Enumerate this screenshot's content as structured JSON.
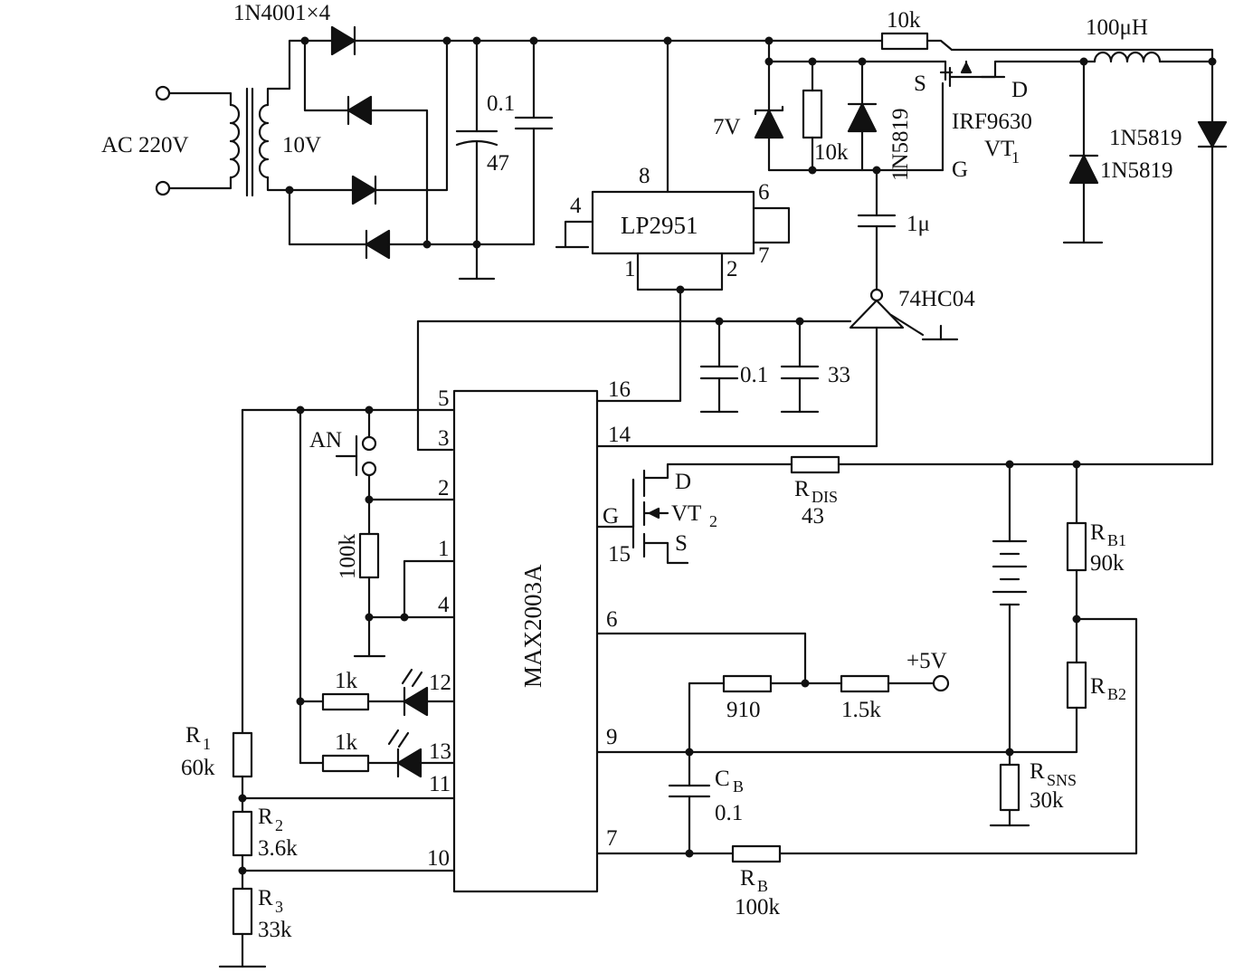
{
  "labels": {
    "ac_source": "AC 220V",
    "transformer_secondary": "10V",
    "bridge_diodes": "1N4001×4",
    "cap_01_top": "0.1",
    "cap_47": "47",
    "regulator": "LP2951",
    "reg_pin8": "8",
    "reg_pin4": "4",
    "reg_pin6": "6",
    "reg_pin7": "7",
    "reg_pin1": "1",
    "reg_pin2": "2",
    "r_10k_top": "10k",
    "inductor": "100μH",
    "zener_7v": "7V",
    "r_10k_gate": "10k",
    "diode_1n5819_a": "1N5819",
    "fet1_s": "S",
    "fet1_d": "D",
    "fet1_g": "G",
    "fet1_part": "IRF9630",
    "fet1_name": "VT",
    "fet1_sub": "1",
    "diode_1n5819_b": "1N5819",
    "diode_1n5819_c": "1N5819",
    "cap_1u": "1μ",
    "inverter": "74HC04",
    "cap_01_mid": "0.1",
    "cap_33": "33",
    "charger_ic": "MAX2003A",
    "pin5": "5",
    "pin3": "3",
    "pin2": "2",
    "pin1": "1",
    "pin4": "4",
    "pin12": "12",
    "pin13": "13",
    "pin11": "11",
    "pin10": "10",
    "pin16": "16",
    "pin14": "14",
    "pin15": "15",
    "pin6": "6",
    "pin9": "9",
    "pin7": "7",
    "button": "AN",
    "r_100k": "100k",
    "r_1k_a": "1k",
    "r_1k_b": "1k",
    "r1_name": "R",
    "r1_sub": "1",
    "r1_val": "60k",
    "r2_name": "R",
    "r2_sub": "2",
    "r2_val": "3.6k",
    "r3_name": "R",
    "r3_sub": "3",
    "r3_val": "33k",
    "fet2_d": "D",
    "fet2_g": "G",
    "fet2_s": "S",
    "fet2_name": "VT",
    "fet2_sub": "2",
    "rdis_name": "R",
    "rdis_sub": "DIS",
    "rdis_val": "43",
    "rb1_name": "R",
    "rb1_sub": "B1",
    "rb1_val": "90k",
    "rb2_name": "R",
    "rb2_sub": "B2",
    "rsns_name": "R",
    "rsns_sub": "SNS",
    "rsns_val": "30k",
    "supply": "+5V",
    "r_910": "910",
    "r_15k": "1.5k",
    "cb_name": "C",
    "cb_sub": "B",
    "cb_val": "0.1",
    "rb_name": "R",
    "rb_sub": "B",
    "rb_val": "100k"
  }
}
